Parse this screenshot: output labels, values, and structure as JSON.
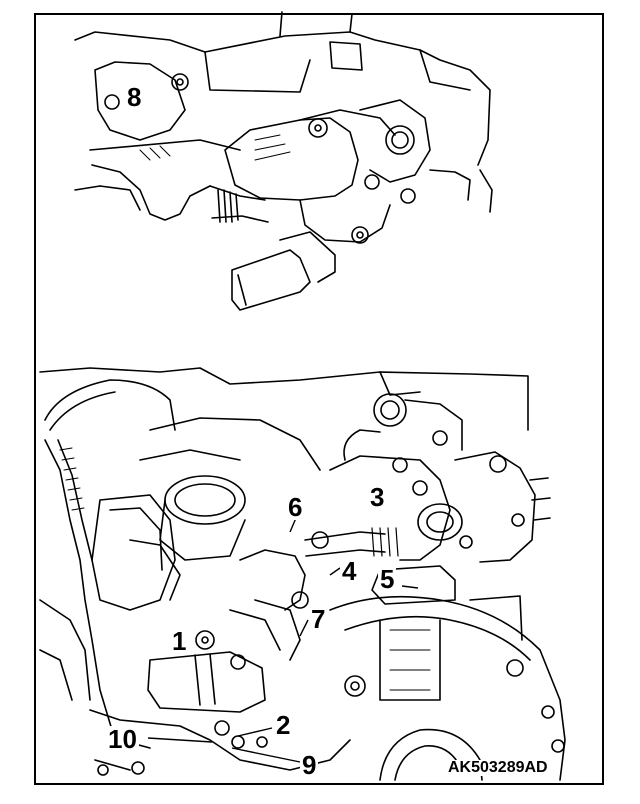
{
  "diagram": {
    "figure_code": "AK503289AD",
    "callouts": [
      {
        "id": "c8",
        "label": "8"
      },
      {
        "id": "c3",
        "label": "3"
      },
      {
        "id": "c6",
        "label": "6"
      },
      {
        "id": "c4",
        "label": "4"
      },
      {
        "id": "c5",
        "label": "5"
      },
      {
        "id": "c7",
        "label": "7"
      },
      {
        "id": "c1",
        "label": "1"
      },
      {
        "id": "c2",
        "label": "2"
      },
      {
        "id": "c10",
        "label": "10"
      },
      {
        "id": "c9",
        "label": "9"
      }
    ],
    "colors": {
      "line": "#000000",
      "background": "#ffffff",
      "hatch": "#444444"
    }
  }
}
